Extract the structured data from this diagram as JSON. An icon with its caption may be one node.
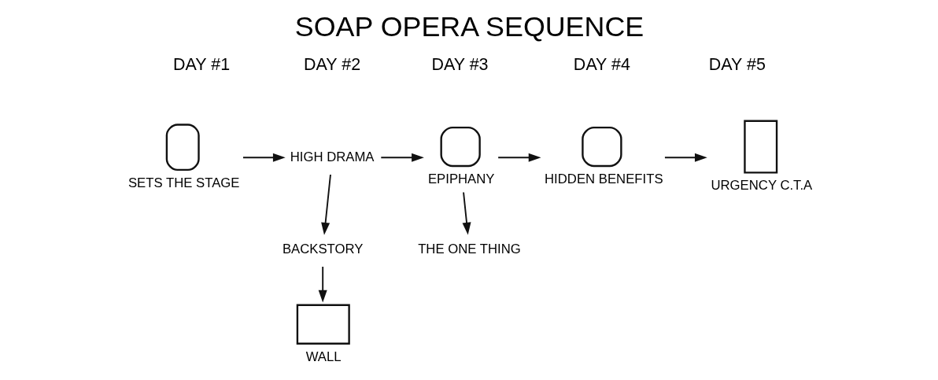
{
  "diagram": {
    "title": "SOAP OPERA SEQUENCE",
    "nodes": [
      {
        "text": [],
        "shape": "person",
        "beside": [
          "SETS THE STAGE"
        ]
      },
      {
        "text": [
          "HIGH DRAMA"
        ]
      },
      {
        "text": [],
        "shape": "bulb",
        "beside": [
          "EPIPHANY"
        ]
      },
      {
        "text": [],
        "shape": "magnifier",
        "beside": [
          "HIDDEN BENEFITS"
        ]
      },
      {
        "text": [],
        "shape": "door",
        "beside": [
          "URGENCY C.T.A"
        ]
      },
      {
        "text": [
          "BACKSTORY"
        ]
      },
      {
        "text": [],
        "shape": "wall",
        "beside": [
          "WALL"
        ]
      },
      {
        "text": [
          "THE ONE THING"
        ]
      }
    ],
    "edges": [
      {
        "from": 0,
        "to": 1,
        "arrow": "to"
      },
      {
        "from": 1,
        "to": 2,
        "arrow": "to"
      },
      {
        "from": 2,
        "to": 3,
        "arrow": "to"
      },
      {
        "from": 3,
        "to": 4,
        "arrow": "to"
      },
      {
        "from": 1,
        "to": 5,
        "arrow": "to"
      },
      {
        "from": 5,
        "to": 6,
        "arrow": "to"
      },
      {
        "from": 2,
        "to": 7,
        "arrow": "to"
      }
    ],
    "labels": [
      "DAY #1",
      "DAY #2",
      "DAY #3",
      "DAY #4",
      "DAY #5"
    ]
  }
}
